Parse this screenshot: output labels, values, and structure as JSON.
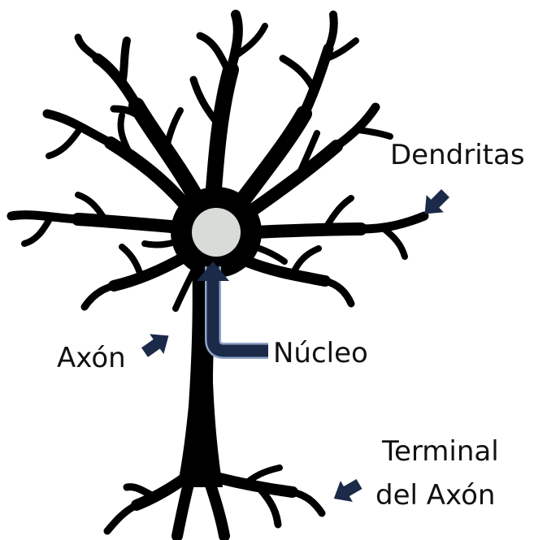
{
  "labels": {
    "dendritas": "Dendritas",
    "axon": "Axón",
    "nucleo": "Núcleo",
    "terminal_line1": "Terminal",
    "terminal_line2": "del Axón"
  },
  "colors": {
    "neuron": "#000000",
    "nucleus": "#d9dbd9",
    "arrow_fill": "#1b2a49",
    "arrow_outline": "#8fa4c6",
    "text": "#111111",
    "background": "#ffffff"
  }
}
